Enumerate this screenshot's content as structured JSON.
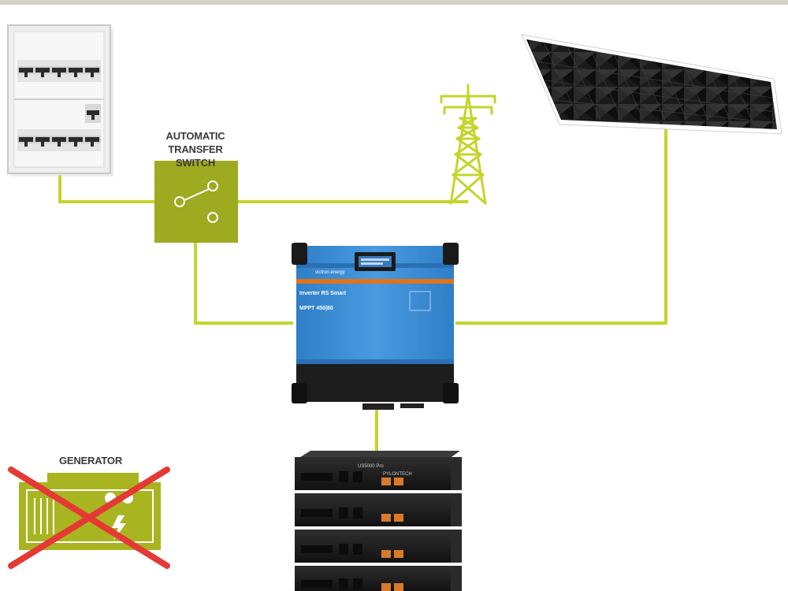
{
  "labels": {
    "ats_line1": "AUTOMATIC",
    "ats_line2": "TRANSFER SWITCH",
    "generator": "GENERATOR"
  },
  "inverter": {
    "brand": "victron energy",
    "model_line1": "Inverter RS Smart",
    "model_line2": "MPPT 450|80"
  },
  "battery": {
    "brand": "PYLONTECH",
    "model": "US5000 Pro"
  },
  "colors": {
    "wire": "#c5d42b",
    "switch_box": "#9eaa1f",
    "pylon": "#c5d42b",
    "generator": "#a9b421",
    "cross": "#e53935",
    "inverter_blue": "#3d8fd6",
    "panel": "#1b1b1b"
  }
}
